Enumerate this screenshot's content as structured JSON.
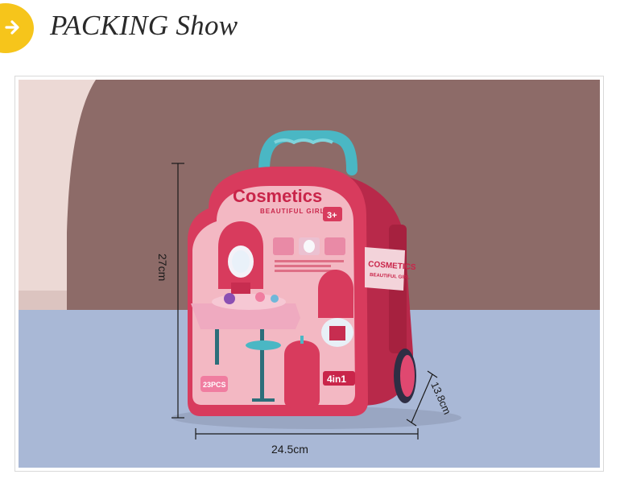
{
  "header": {
    "title": "PACKING Show",
    "icon": "arrow-right-icon",
    "accent_color": "#f6c51b"
  },
  "photo": {
    "box_brand": "Cosmetics",
    "box_subtitle": "BEAUTIFUL GIRL",
    "age_badge": "3+",
    "side_brand": "COSMETICS",
    "side_subtitle": "BEAUTIFUL GIRL",
    "pieces_badge": "23PCS",
    "features_badge": "4in1",
    "dimensions": {
      "height": "27cm",
      "width": "24.5cm",
      "depth": "13.8cm"
    },
    "colors": {
      "backdrop_brown": "#8d6b68",
      "backdrop_blue": "#a9b8d6",
      "backdrop_pink": "#ecd9d5",
      "box_red": "#d83b5d",
      "handle_teal": "#4ab7c4"
    }
  }
}
